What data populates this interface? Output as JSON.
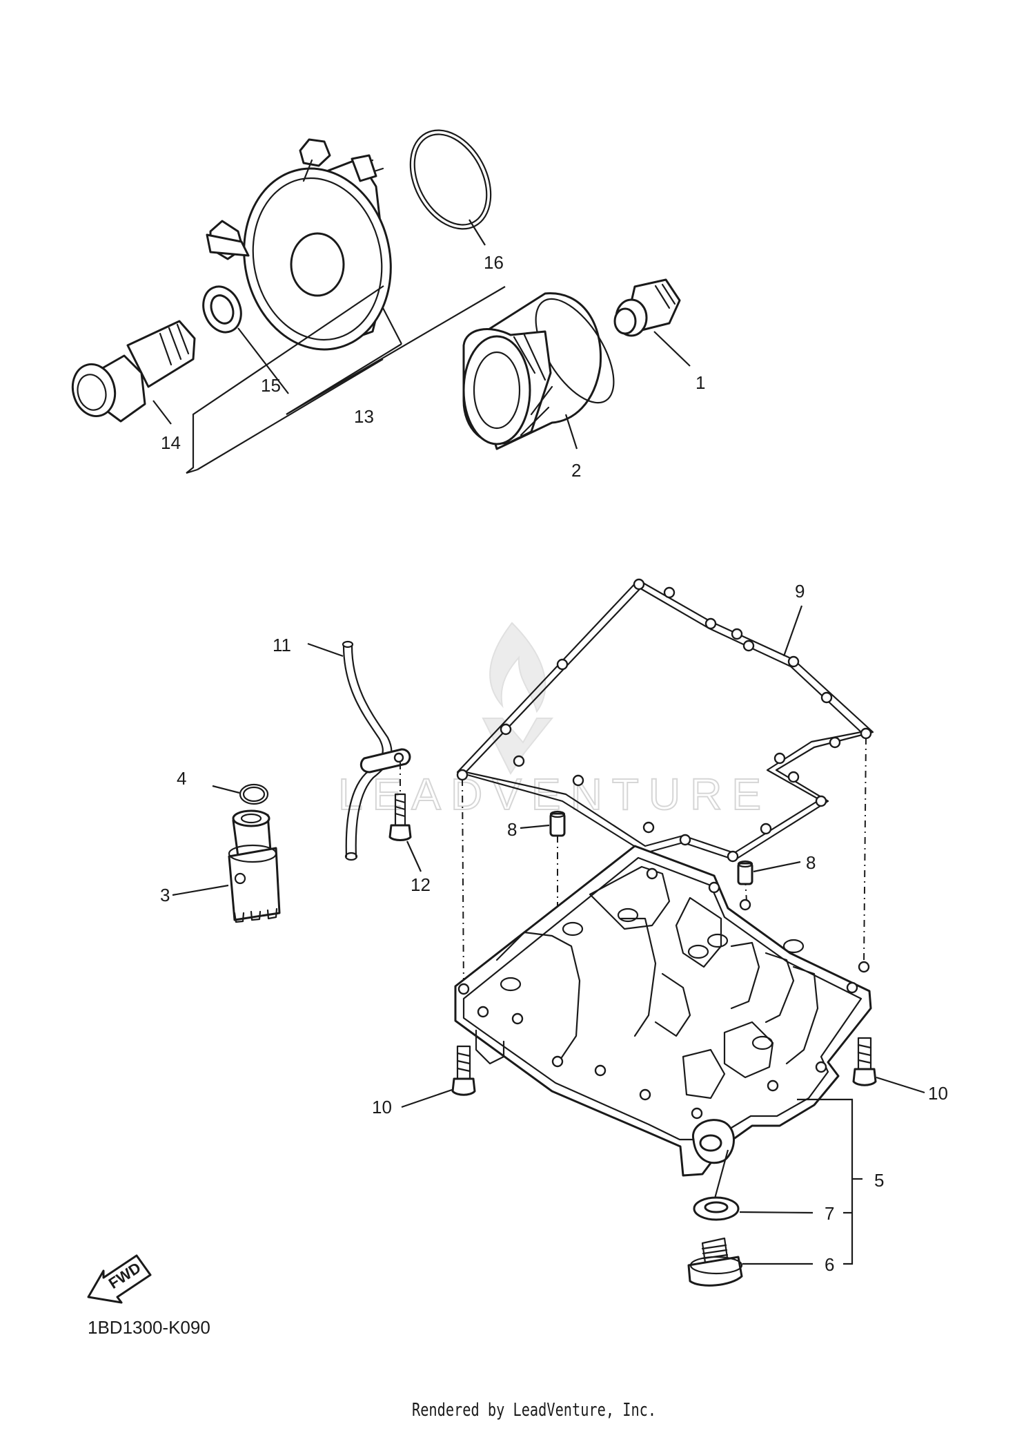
{
  "diagram_code": "1BD1300-K090",
  "render_credit": "Rendered by LeadVenture, Inc.",
  "watermark": "LEADVENTURE",
  "fwd_label": "FWD",
  "callouts": {
    "c1": "1",
    "c2": "2",
    "c3": "3",
    "c4": "4",
    "c5": "5",
    "c6": "6",
    "c7": "7",
    "c8a": "8",
    "c8b": "8",
    "c9": "9",
    "c10a": "10",
    "c10b": "10",
    "c11": "11",
    "c12": "12",
    "c13": "13",
    "c14": "14",
    "c15": "15",
    "c16": "16"
  }
}
